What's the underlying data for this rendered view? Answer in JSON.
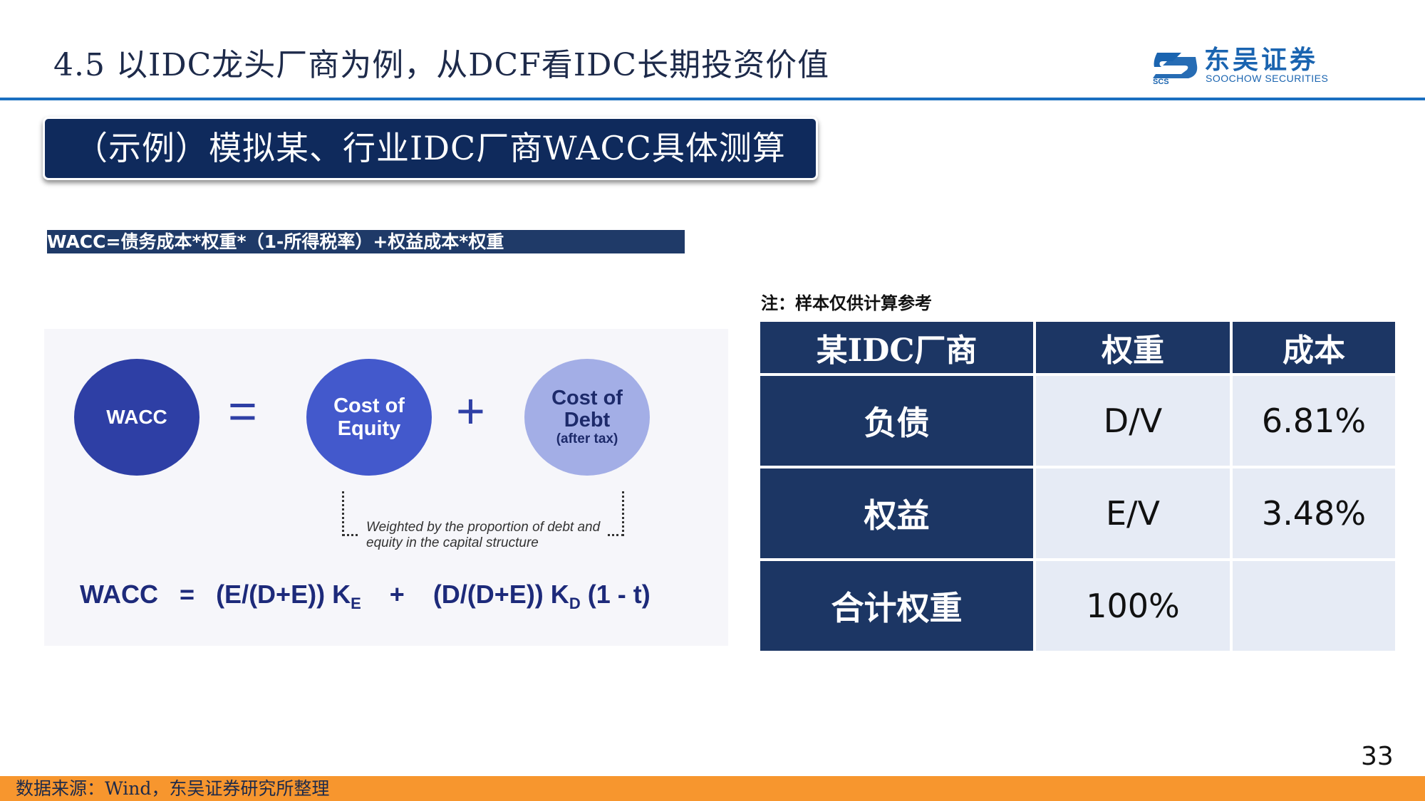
{
  "header": {
    "title": "4.5 以IDC龙头厂商为例，从DCF看IDC长期投资价值",
    "logo_cn": "东吴证券",
    "logo_abbr": "SCS",
    "logo_en": "SOOCHOW SECURITIES",
    "accent": "#1a6fc0"
  },
  "banner": {
    "text": "（示例）模拟某、行业IDC厂商WACC具体测算",
    "color": "#0f2a5c"
  },
  "formula_text": "WACC=债务成本*权重*（1-所得税率）+权益成本*权重",
  "diagram": {
    "wacc": "WACC",
    "equals": "=",
    "plus": "+",
    "equity_line1": "Cost of",
    "equity_line2": "Equity",
    "debt_line1": "Cost of",
    "debt_line2": "Debt",
    "debt_sub": "(after tax)",
    "weight_note": "Weighted by the proportion of debt and equity in the capital structure",
    "eq_part1": "WACC",
    "eq_part2": "=",
    "eq_part3": "(E/(D+E)) K",
    "eq_sub_e": "E",
    "eq_part4": "+",
    "eq_part5": "(D/(D+E)) K",
    "eq_sub_d": "D",
    "eq_part6": "(1 - t)"
  },
  "note": "注：样本仅供计算参考",
  "table": {
    "headers": [
      "某IDC厂商",
      "权重",
      "成本"
    ],
    "rows": [
      {
        "label": "负债",
        "weight": "D/V",
        "cost": "6.81%"
      },
      {
        "label": "权益",
        "weight": "E/V",
        "cost": "3.48%"
      },
      {
        "label": "合计权重",
        "weight": "100%",
        "cost": ""
      }
    ]
  },
  "page_number": "33",
  "footer": {
    "source": "数据来源：Wind，东吴证券研究所整理",
    "color": "#f7962e"
  }
}
